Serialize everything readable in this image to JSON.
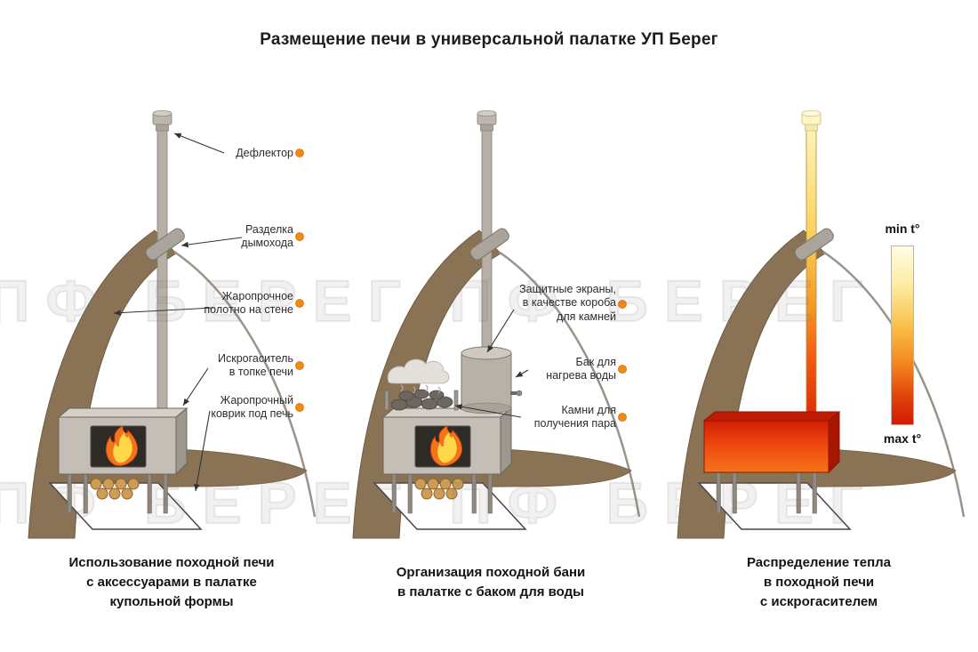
{
  "title": "Размещение печи в универсальной палатке УП Берег",
  "watermark": {
    "text": "ПФ БЕРЕГ ПФ БЕРЕГ"
  },
  "panel1": {
    "caption": "Использование походной печи\nс аксессуарами в палатке\nкупольной формы",
    "labels": {
      "deflector": "Дефлектор",
      "flue_cutout": "Разделка\nдымохода",
      "wall_cloth": "Жаропрочное\nполотно на стене",
      "spark_arrester": "Искрогаситель\nв топке печи",
      "floor_mat": "Жаропрочный\nковрик под печь"
    }
  },
  "panel2": {
    "caption": "Организация походной бани\nв палатке с баком для воды",
    "labels": {
      "screens": "Защитные экраны,\nв качестве короба\nдля камней",
      "water_tank": "Бак для\nнагрева воды",
      "stones": "Камни для\nполучения пара"
    }
  },
  "panel3": {
    "caption": "Распределение тепла\nв походной печи\nс искрогасителем",
    "legend": {
      "min": "min t°",
      "max": "max t°"
    }
  },
  "colors": {
    "tent_fabric": "#8a7355",
    "accent_dot": "#f28a12",
    "flame_orange": "#f4731b",
    "hot_red": "#d21f04",
    "legend_top": "#fffce8",
    "legend_bottom": "#cf1c03"
  }
}
